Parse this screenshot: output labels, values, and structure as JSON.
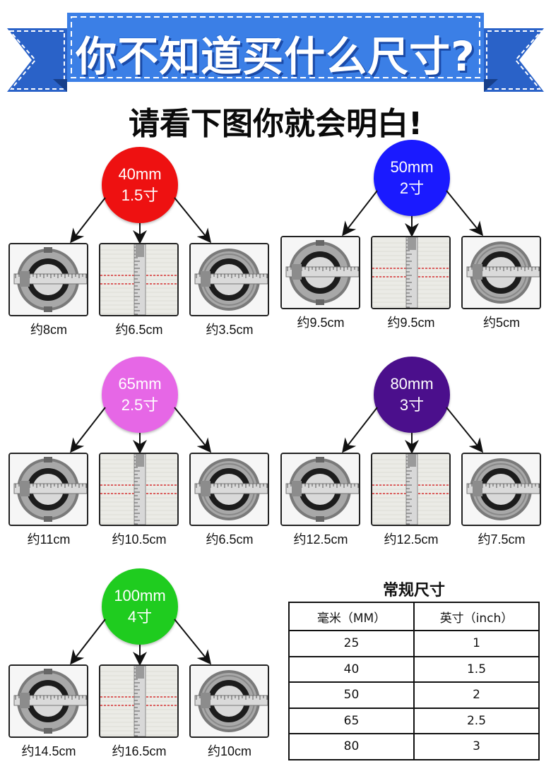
{
  "banner": {
    "title": "你不知道买什么尺寸?"
  },
  "subtitle": "请看下图你就会明白!",
  "colors": {
    "banner_blue": "#3b7fe6",
    "banner_dark": "#2a62c8",
    "red": "#ee1111",
    "blue": "#1a1aff",
    "pink": "#e667e6",
    "purple": "#4b0f8c",
    "green": "#1fcc1f"
  },
  "groups": [
    {
      "size_mm": "40mm",
      "size_cun": "1.5寸",
      "color": "#ee1111",
      "photos": [
        {
          "kind": "coupling-front",
          "caption": "约8cm"
        },
        {
          "kind": "hose-flat",
          "caption": "约6.5cm"
        },
        {
          "kind": "coupling-back",
          "caption": "约3.5cm"
        }
      ]
    },
    {
      "size_mm": "50mm",
      "size_cun": "2寸",
      "color": "#1a1aff",
      "photos": [
        {
          "kind": "coupling-front",
          "caption": "约9.5cm"
        },
        {
          "kind": "hose-flat",
          "caption": "约9.5cm"
        },
        {
          "kind": "coupling-back",
          "caption": "约5cm"
        }
      ]
    },
    {
      "size_mm": "65mm",
      "size_cun": "2.5寸",
      "color": "#e667e6",
      "photos": [
        {
          "kind": "coupling-front",
          "caption": "约11cm"
        },
        {
          "kind": "hose-flat",
          "caption": "约10.5cm"
        },
        {
          "kind": "coupling-back",
          "caption": "约6.5cm"
        }
      ]
    },
    {
      "size_mm": "80mm",
      "size_cun": "3寸",
      "color": "#4b0f8c",
      "photos": [
        {
          "kind": "coupling-front",
          "caption": "约12.5cm"
        },
        {
          "kind": "hose-flat",
          "caption": "约12.5cm"
        },
        {
          "kind": "coupling-back",
          "caption": "约7.5cm"
        }
      ]
    },
    {
      "size_mm": "100mm",
      "size_cun": "4寸",
      "color": "#1fcc1f",
      "photos": [
        {
          "kind": "coupling-front",
          "caption": "约14.5cm"
        },
        {
          "kind": "hose-flat",
          "caption": "约16.5cm"
        },
        {
          "kind": "coupling-back",
          "caption": "约10cm"
        }
      ]
    }
  ],
  "table": {
    "title": "常规尺寸",
    "headers": [
      "毫米（MM）",
      "英寸（inch）"
    ],
    "rows": [
      [
        "25",
        "1"
      ],
      [
        "40",
        "1.5"
      ],
      [
        "50",
        "2"
      ],
      [
        "65",
        "2.5"
      ],
      [
        "80",
        "3"
      ]
    ]
  }
}
